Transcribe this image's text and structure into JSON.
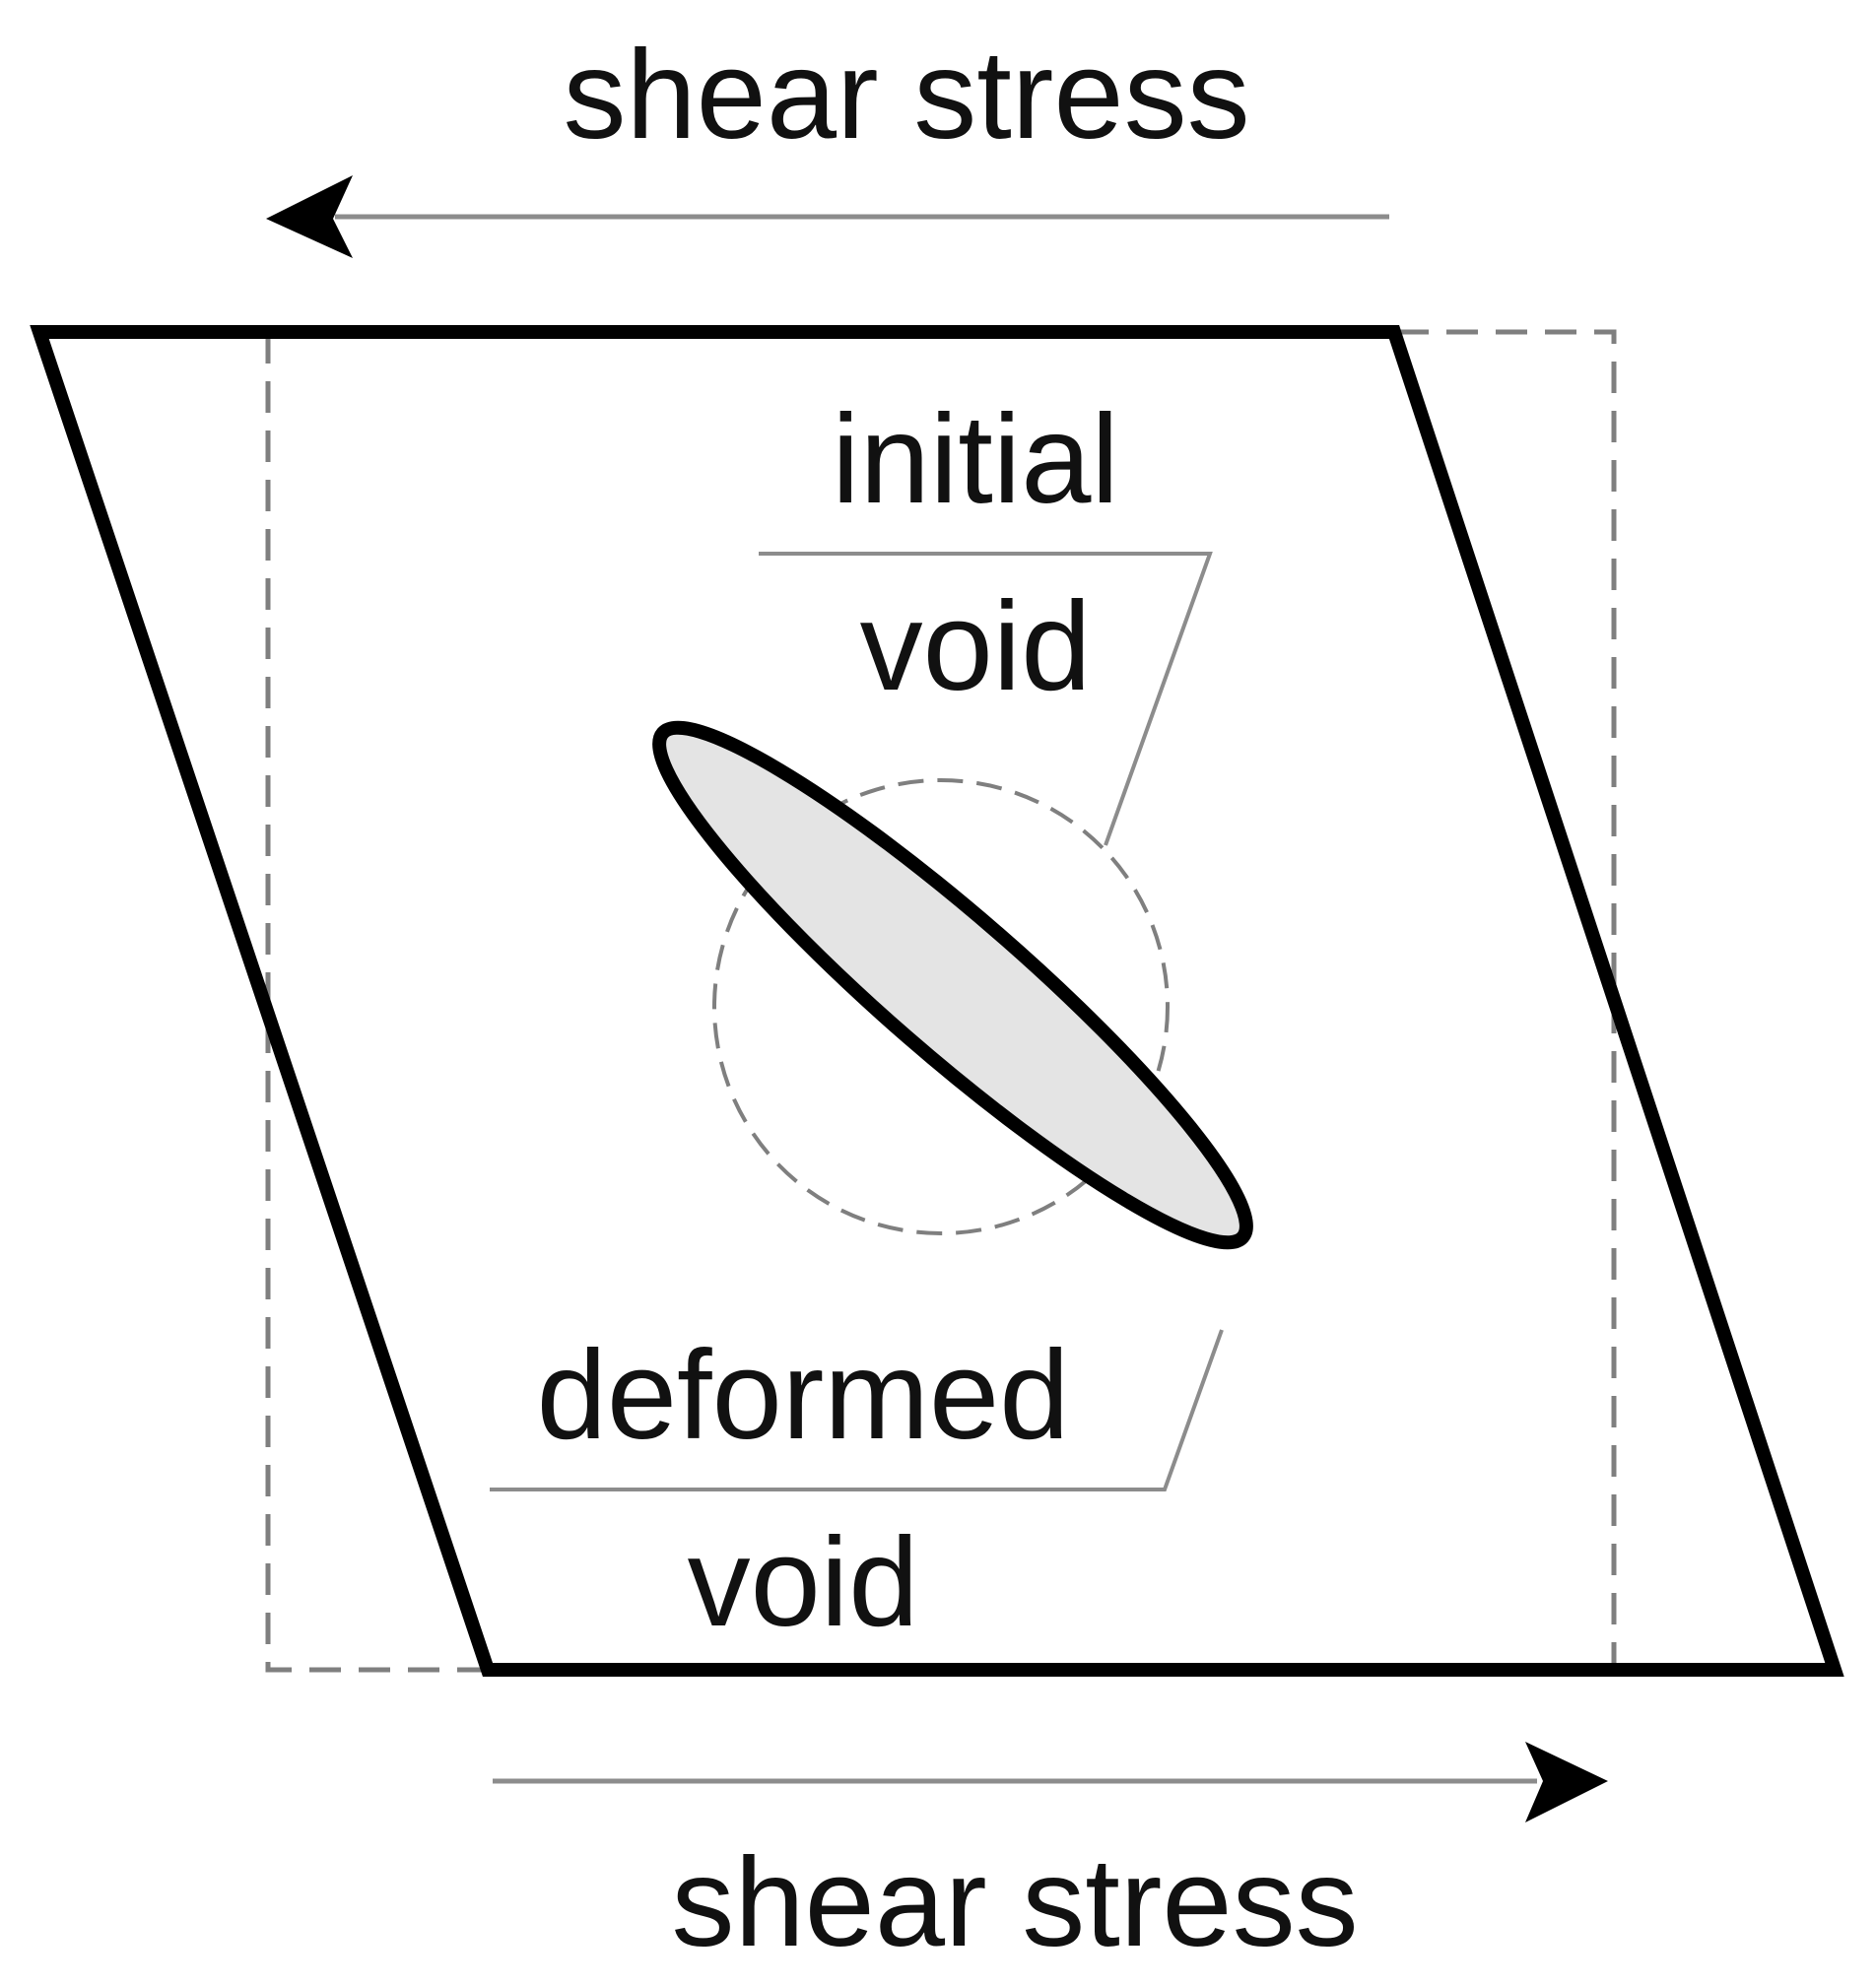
{
  "labels": {
    "top_stress": "shear stress",
    "bottom_stress": "shear stress",
    "initial_line1": "initial",
    "initial_line2": "void",
    "deformed_line1": "deformed",
    "deformed_line2": "void"
  },
  "colors": {
    "outline": "#000000",
    "dashed": "#7f7f7f",
    "leader": "#8c8c8c",
    "void_fill": "#e4e4e4",
    "text": "#111111"
  }
}
